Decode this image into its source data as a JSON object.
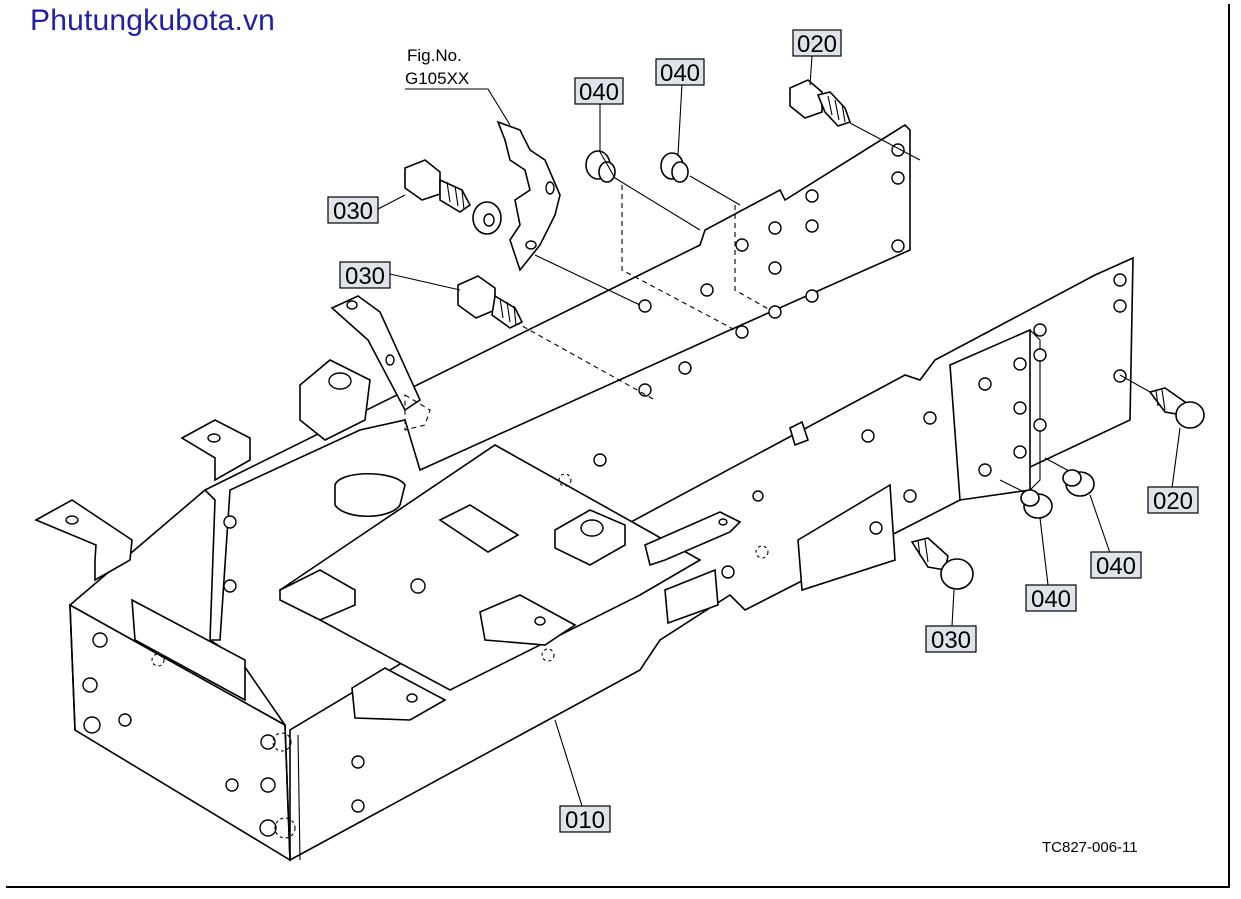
{
  "watermark": "Phutungkubota.vn",
  "figure_ref": {
    "line1": "Fig.No.",
    "line2": "G105XX"
  },
  "drawing_code": "TC827-006-11",
  "callouts": {
    "c020_top": "020",
    "c040_a": "040",
    "c040_b": "040",
    "c030_a": "030",
    "c030_b": "030",
    "c020_right": "020",
    "c040_right": "040",
    "c040_bottom": "040",
    "c030_bottom": "030",
    "c010": "010"
  },
  "colors": {
    "watermark": "#1e1ea8",
    "callout_fill": "#dfe3ea"
  }
}
